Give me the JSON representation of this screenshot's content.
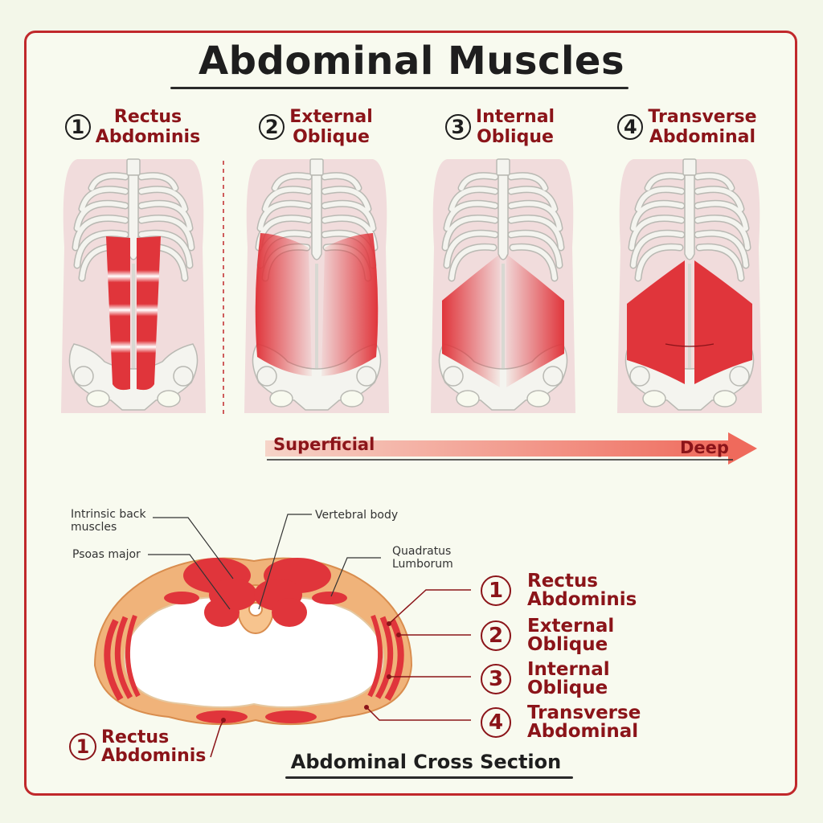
{
  "title": "Abdominal Muscles",
  "muscles": [
    {
      "number": "1",
      "name": "Rectus\nAbdominis"
    },
    {
      "number": "2",
      "name": "External\nOblique"
    },
    {
      "number": "3",
      "name": "Internal\nOblique"
    },
    {
      "number": "4",
      "name": "Transverse\nAbdominal"
    }
  ],
  "depth_scale": {
    "start": "Superficial",
    "end": "Deep"
  },
  "cross_section": {
    "title": "Abdominal Cross Section",
    "labels": {
      "intrinsic_back": "Intrinsic back\nmuscles",
      "psoas": "Psoas major",
      "vertebral_body": "Vertebral body",
      "quadratus": "Quadratus\nLumborum"
    },
    "legend": [
      {
        "number": "1",
        "name": "Rectus\nAbdominis"
      },
      {
        "number": "2",
        "name": "External\nOblique"
      },
      {
        "number": "3",
        "name": "Internal\nOblique"
      },
      {
        "number": "4",
        "name": "Transverse\nAbdominal"
      }
    ],
    "bottom_label": {
      "number": "1",
      "name": "Rectus\nAbdominis"
    }
  },
  "colors": {
    "frame": "#c0282b",
    "muscle": "#e0353b",
    "label_dark_red": "#8b1419",
    "bone": "#f4f4ef",
    "skin": "#f0b37a"
  }
}
